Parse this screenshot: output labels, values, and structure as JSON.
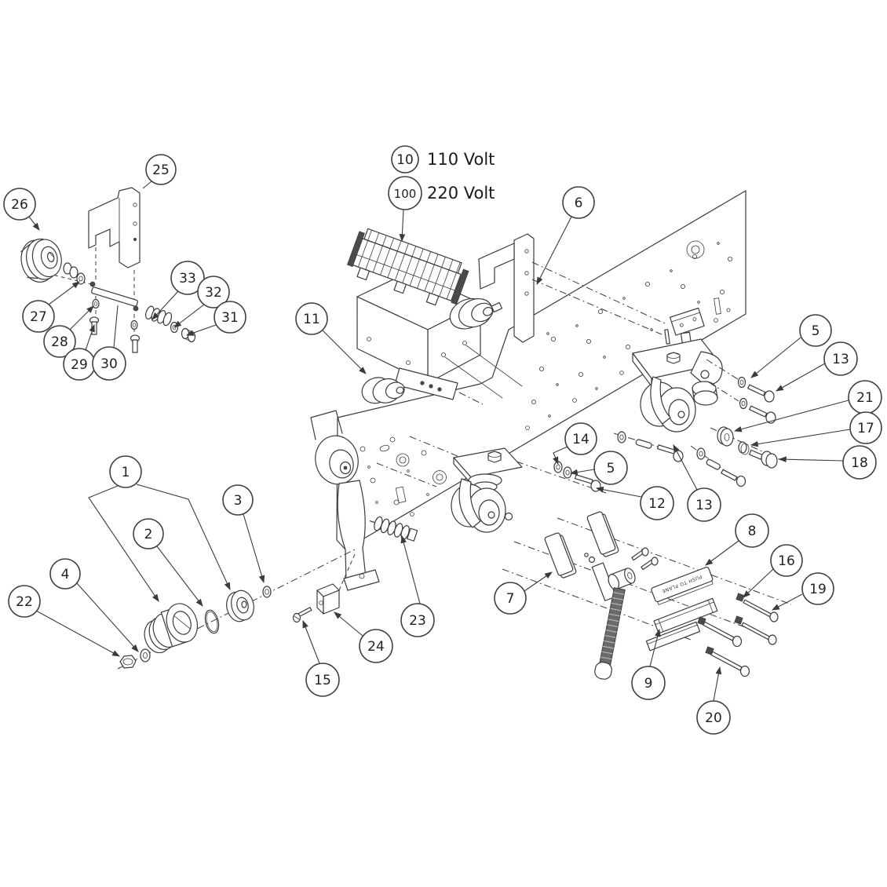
{
  "annotations": {
    "volt110": "110 Volt",
    "volt220": "220 Volt"
  },
  "label_plate": {
    "text": "PUSH TO PLANE"
  },
  "callouts": [
    {
      "id": "1",
      "label": "1"
    },
    {
      "id": "2",
      "label": "2"
    },
    {
      "id": "3",
      "label": "3"
    },
    {
      "id": "4",
      "label": "4"
    },
    {
      "id": "22",
      "label": "22"
    },
    {
      "id": "15",
      "label": "15"
    },
    {
      "id": "24",
      "label": "24"
    },
    {
      "id": "23",
      "label": "23"
    },
    {
      "id": "7",
      "label": "7"
    },
    {
      "id": "9",
      "label": "9"
    },
    {
      "id": "20",
      "label": "20"
    },
    {
      "id": "16",
      "label": "16"
    },
    {
      "id": "19",
      "label": "19"
    },
    {
      "id": "8",
      "label": "8"
    },
    {
      "id": "12",
      "label": "12"
    },
    {
      "id": "13b",
      "label": "13"
    },
    {
      "id": "5b",
      "label": "5"
    },
    {
      "id": "14",
      "label": "14"
    },
    {
      "id": "11",
      "label": "11"
    },
    {
      "id": "10",
      "label": "10"
    },
    {
      "id": "100",
      "label": "100"
    },
    {
      "id": "6",
      "label": "6"
    },
    {
      "id": "5a",
      "label": "5"
    },
    {
      "id": "13a",
      "label": "13"
    },
    {
      "id": "21",
      "label": "21"
    },
    {
      "id": "17",
      "label": "17"
    },
    {
      "id": "18",
      "label": "18"
    },
    {
      "id": "25",
      "label": "25"
    },
    {
      "id": "26",
      "label": "26"
    },
    {
      "id": "27",
      "label": "27"
    },
    {
      "id": "28",
      "label": "28"
    },
    {
      "id": "29",
      "label": "29"
    },
    {
      "id": "30",
      "label": "30"
    },
    {
      "id": "33",
      "label": "33"
    },
    {
      "id": "32",
      "label": "32"
    },
    {
      "id": "31",
      "label": "31"
    }
  ]
}
